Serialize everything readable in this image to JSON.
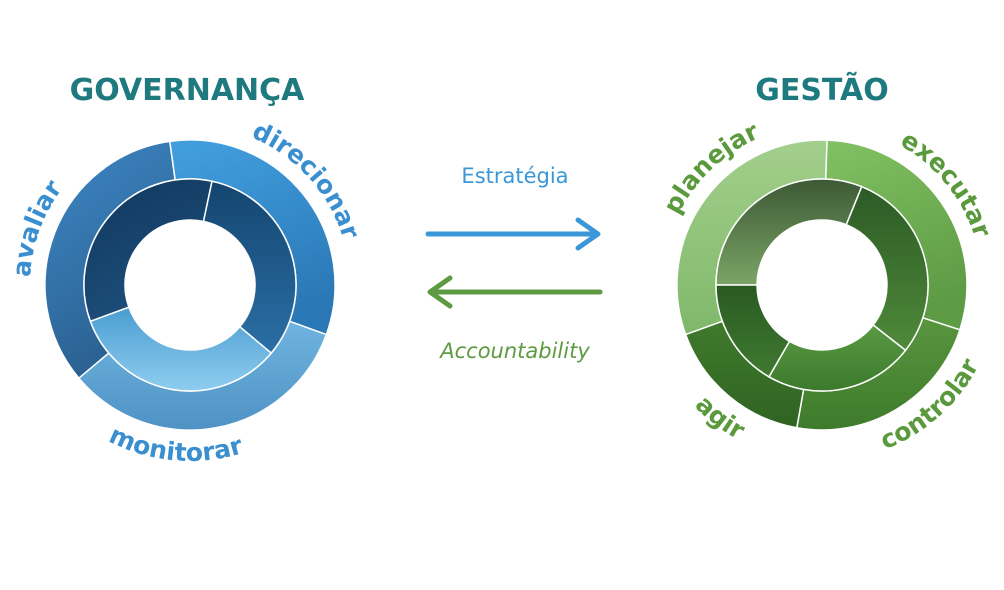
{
  "governance": {
    "title": "GOVERNANÇA",
    "labels": {
      "avaliar": "avaliar",
      "direcionar": "direcionar",
      "monitorar": "monitorar"
    }
  },
  "management": {
    "title": "GESTÃO",
    "labels": {
      "planejar": "planejar",
      "executar": "executar",
      "controlar": "controlar",
      "agir": "agir"
    }
  },
  "arrows": {
    "top_label": "Estratégia",
    "bottom_label": "Accountability"
  },
  "colors": {
    "governance_title": "#1f7a80",
    "governance_label": "#3a8fd0",
    "management_title": "#1f7a80",
    "management_label": "#5a9a3c",
    "arrow_top": "#3b97d8",
    "arrow_bottom": "#5d9a41"
  }
}
